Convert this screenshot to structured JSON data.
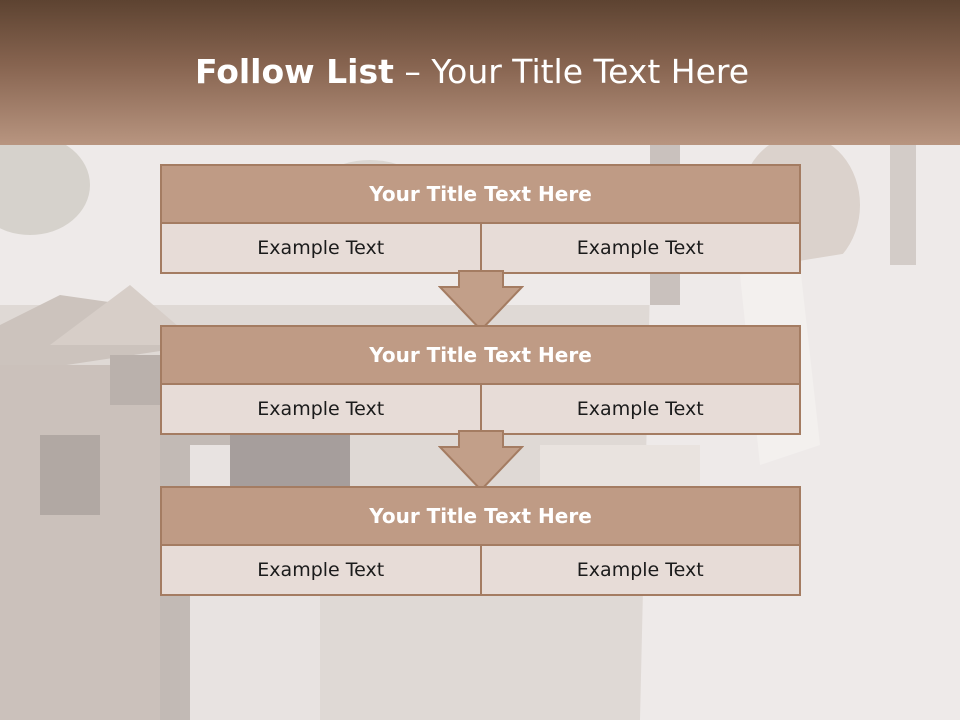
{
  "slide": {
    "title_bold": "Follow List",
    "title_rest": " – Your Title Text Here"
  },
  "steps": [
    {
      "title": "Your Title Text Here",
      "left": "Example Text",
      "right": "Example Text"
    },
    {
      "title": "Your Title Text Here",
      "left": "Example Text",
      "right": "Example Text"
    },
    {
      "title": "Your Title Text Here",
      "left": "Example Text",
      "right": "Example Text"
    }
  ],
  "colors": {
    "header_top": "#5d4331",
    "header_bottom": "#b89580",
    "box_title_fill": "#bf9b85",
    "box_cell_fill": "#e7dcd7",
    "box_border": "#a47c62",
    "arrow_fill": "#c29f89"
  }
}
